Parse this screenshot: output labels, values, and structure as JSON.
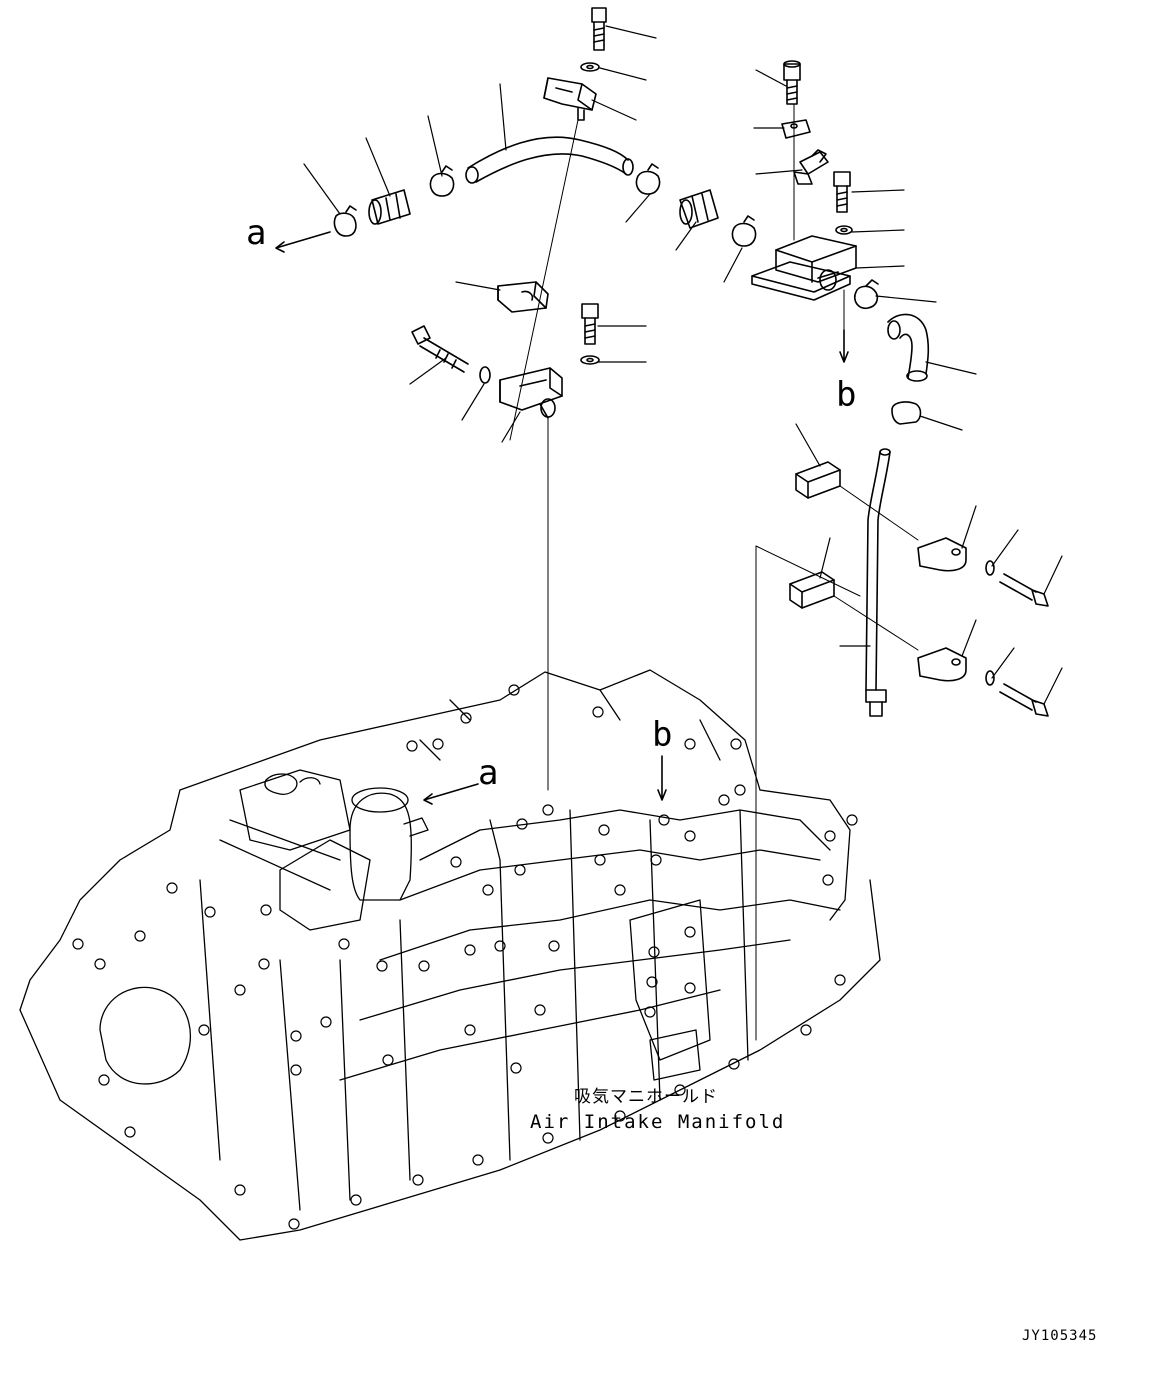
{
  "callouts": {
    "a_left": "a",
    "b_right": "b",
    "b_engine": "b",
    "a_engine": "a"
  },
  "caption": {
    "japanese": "吸気マニホールド",
    "english": "Air Intake Manifold"
  },
  "drawing_code": "JY105345",
  "colors": {
    "line": "#000000",
    "background": "#ffffff"
  }
}
